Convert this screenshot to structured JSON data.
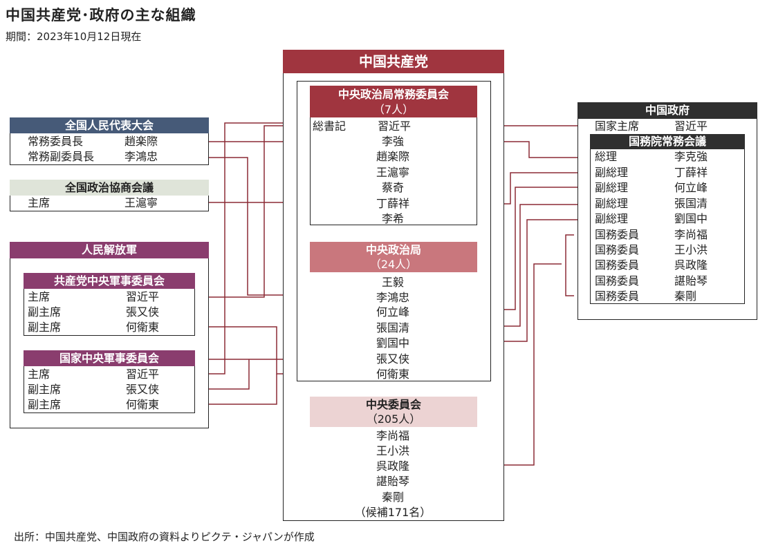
{
  "title": "中国共産党･政府の主な組織",
  "subtitle": "期間：2023年10月12日現在",
  "source": "出所：中国共産党、中国政府の資料よりピクテ・ジャパンが作成",
  "colors": {
    "party": "#a0353f",
    "pla": "#8a3d6e",
    "npc": "#465a78",
    "cppcc": "#dfe4d9",
    "gov": "#2f2f2f",
    "line": "#8b2a35",
    "politburo": "#c9777d",
    "central": "#ecd3d3"
  },
  "party": {
    "title": "中国共産党",
    "psc": {
      "title": "中央政治局常務委員会",
      "count": "（7人）",
      "secretary_label": "総書記",
      "members": [
        "習近平",
        "李強",
        "趙楽際",
        "王滬寧",
        "蔡奇",
        "丁薛祥",
        "李希"
      ]
    },
    "politburo": {
      "title": "中央政治局",
      "count": "（24人）",
      "members": [
        "王毅",
        "李鴻忠",
        "何立峰",
        "張国清",
        "劉国中",
        "張又侠",
        "何衛東"
      ]
    },
    "central": {
      "title": "中央委員会",
      "count": "（205人）",
      "members": [
        "李尚福",
        "王小洪",
        "呉政隆",
        "諶貽琴",
        "秦剛"
      ],
      "alternates": "（候補171名）"
    }
  },
  "npc": {
    "title": "全国人民代表大会",
    "rows": [
      {
        "role": "常務委員長",
        "name": "趙楽際"
      },
      {
        "role": "常務副委員長",
        "name": "李鴻忠"
      }
    ]
  },
  "cppcc": {
    "title": "全国政治協商会議",
    "rows": [
      {
        "role": "主席",
        "name": "王滬寧"
      }
    ]
  },
  "pla": {
    "title": "人民解放軍",
    "party_cmc": {
      "title": "共産党中央軍事委員会",
      "rows": [
        {
          "role": "主席",
          "name": "習近平"
        },
        {
          "role": "副主席",
          "name": "張又侠"
        },
        {
          "role": "副主席",
          "name": "何衛東"
        }
      ]
    },
    "state_cmc": {
      "title": "国家中央軍事委員会",
      "rows": [
        {
          "role": "主席",
          "name": "習近平"
        },
        {
          "role": "副主席",
          "name": "張又侠"
        },
        {
          "role": "副主席",
          "name": "何衛東"
        }
      ]
    }
  },
  "gov": {
    "title": "中国政府",
    "president_role": "国家主席",
    "president_name": "習近平",
    "council": {
      "title": "国務院常務会議",
      "rows": [
        {
          "role": "総理",
          "name": "李克強"
        },
        {
          "role": "副総理",
          "name": "丁薛祥"
        },
        {
          "role": "副総理",
          "name": "何立峰"
        },
        {
          "role": "副総理",
          "name": "張国清"
        },
        {
          "role": "副総理",
          "name": "劉国中"
        },
        {
          "role": "国務委員",
          "name": "李尚福"
        },
        {
          "role": "国務委員",
          "name": "王小洪"
        },
        {
          "role": "国務委員",
          "name": "呉政隆"
        },
        {
          "role": "国務委員",
          "name": "諶貽琴"
        },
        {
          "role": "国務委員",
          "name": "秦剛"
        }
      ]
    }
  }
}
